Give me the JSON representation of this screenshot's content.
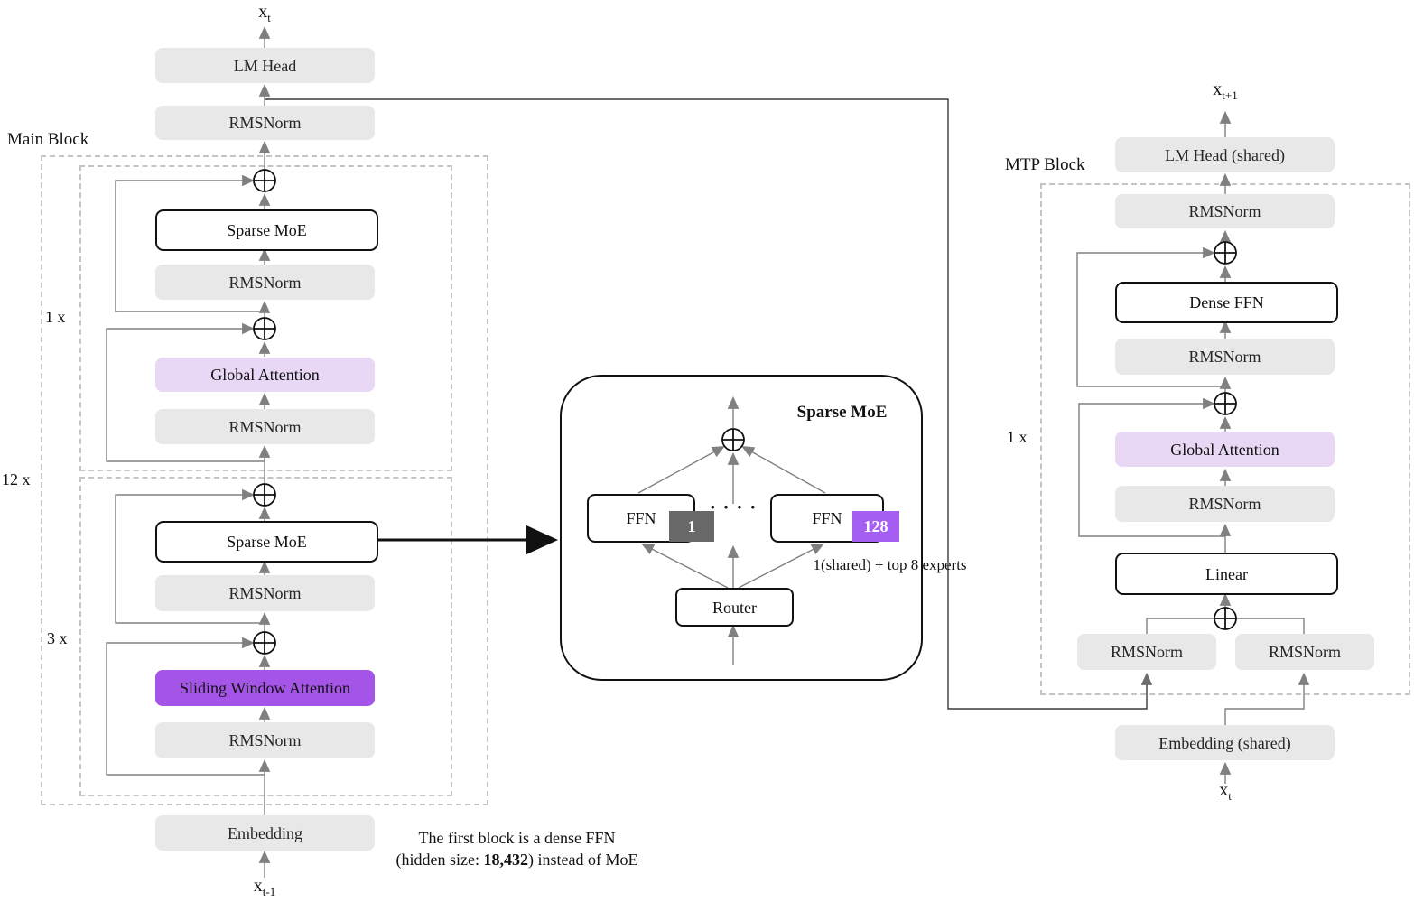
{
  "title_labels": {
    "main_block": "Main Block",
    "mtp_block": "MTP Block"
  },
  "multipliers": {
    "main_outer": "12 x",
    "main_top_inner": "1 x",
    "main_bottom_inner": "3 x",
    "mtp": "1 x"
  },
  "io_labels": {
    "main_output": {
      "base": "x",
      "sub": "t"
    },
    "main_input": {
      "base": "x",
      "sub": "t-1"
    },
    "mtp_output": {
      "base": "x",
      "sub": "t+1"
    },
    "mtp_input": {
      "base": "x",
      "sub": "t"
    }
  },
  "main_column": {
    "lm_head": "LM Head",
    "rmsnorm": "RMSNorm",
    "sparse_moe": "Sparse MoE",
    "global_attention": "Global Attention",
    "sliding_window_attention": "Sliding Window Attention",
    "embedding": "Embedding"
  },
  "moe_detail": {
    "title": "Sparse MoE",
    "ffn": "FFN",
    "router": "Router",
    "first_expert_badge": "1",
    "last_expert_badge": "128",
    "dots": "· · · ·",
    "experts_note": "1(shared) + top 8 experts"
  },
  "mtp_column": {
    "lm_head": "LM Head (shared)",
    "rmsnorm": "RMSNorm",
    "dense_ffn": "Dense FFN",
    "global_attention": "Global Attention",
    "linear": "Linear",
    "embedding": "Embedding (shared)"
  },
  "footnote": {
    "line1": "The first block is a dense FFN",
    "line2_prefix": "(hidden size: ",
    "line2_bold": "18,432",
    "line2_suffix": ") instead of MoE"
  },
  "colors": {
    "box_gray": "#e8e8e8",
    "global_attention_fill": "#e8d7f5",
    "sliding_window_fill": "#a454e6",
    "expert1_badge_fill": "#686868",
    "expert128_badge_fill": "#a55ef2",
    "dashed_border": "#c4c4c4",
    "connector_gray": "#808080",
    "line_black": "#1a1a1a"
  }
}
